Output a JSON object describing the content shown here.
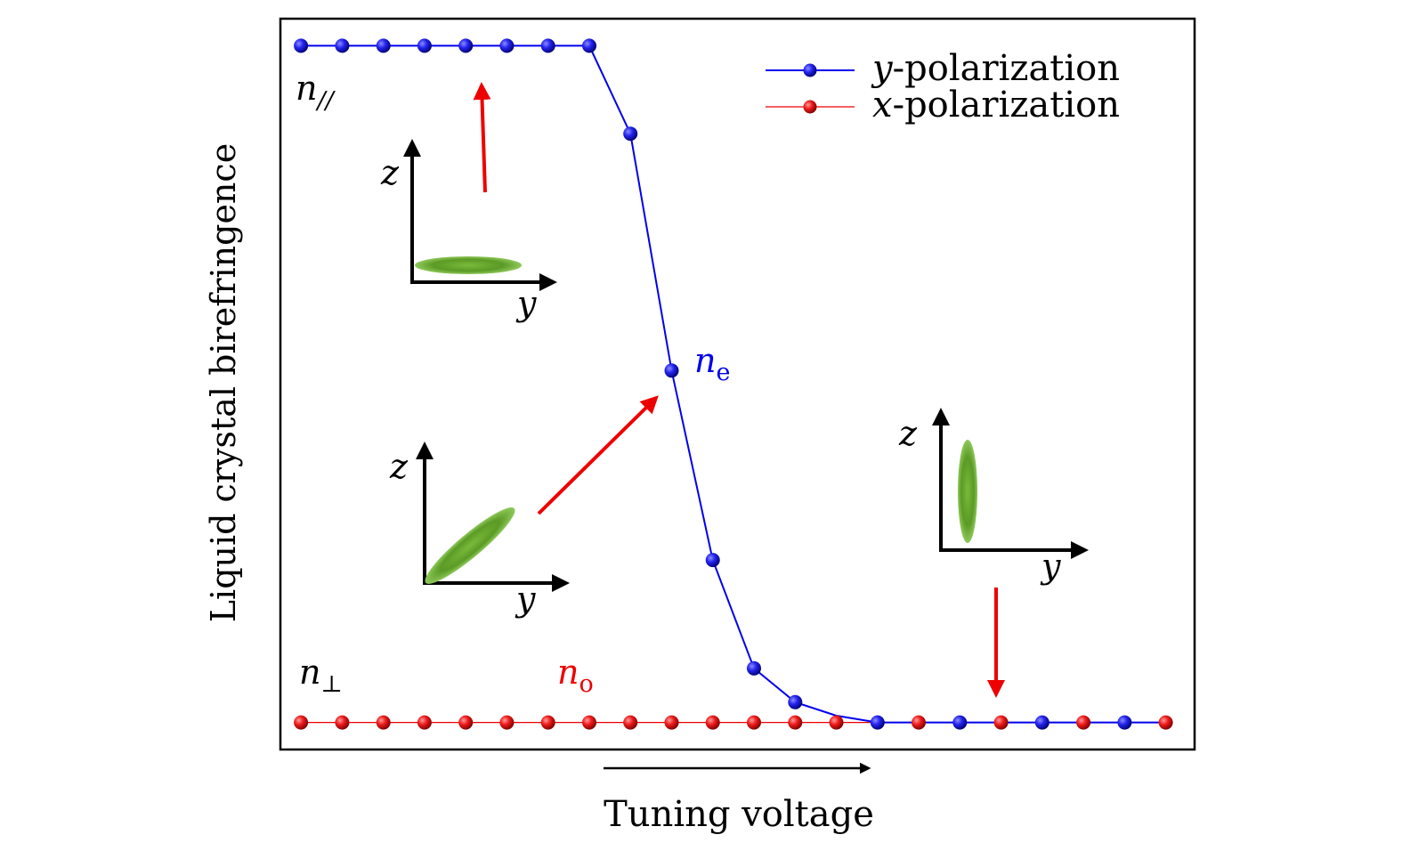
{
  "chart_data": {
    "type": "line",
    "xlabel": "Tuning voltage",
    "ylabel": "Liquid crystal birefringence",
    "x": [
      1,
      2,
      3,
      4,
      5,
      6,
      7,
      8,
      9,
      10,
      11,
      12,
      13,
      14,
      15,
      16,
      17,
      18,
      19,
      20,
      21,
      22
    ],
    "xlim": [
      0.5,
      22.7
    ],
    "ylim": [
      -0.04,
      1.04
    ],
    "grid": false,
    "legend_position": "top-right",
    "series": [
      {
        "name": "y-polarization",
        "name_var": "y",
        "name_rest": "-polarization",
        "color": "#0000ee",
        "values": [
          1.0,
          1.0,
          1.0,
          1.0,
          1.0,
          1.0,
          1.0,
          1.0,
          0.87,
          0.52,
          0.24,
          0.08,
          0.03,
          0.01,
          0.0,
          0.0,
          0.0,
          0.0,
          0.0,
          0.0,
          0.0,
          0.0
        ]
      },
      {
        "name": "x-polarization",
        "name_var": "x",
        "name_rest": "-polarization",
        "color": "#ee0000",
        "values": [
          0.0,
          0.0,
          0.0,
          0.0,
          0.0,
          0.0,
          0.0,
          0.0,
          0.0,
          0.0,
          0.0,
          0.0,
          0.0,
          0.0,
          0.0,
          0.0,
          0.0,
          0.0,
          0.0,
          0.0,
          0.0,
          0.0
        ]
      }
    ],
    "annotations": {
      "n_par": {
        "base": "n",
        "sub": "//"
      },
      "n_perp": {
        "base": "n",
        "sub": "⊥"
      },
      "n_e": {
        "base": "n",
        "sub": "e"
      },
      "n_o": {
        "base": "n",
        "sub": "o"
      }
    },
    "inset_axes": {
      "vertical": "z",
      "horizontal": "y"
    }
  }
}
